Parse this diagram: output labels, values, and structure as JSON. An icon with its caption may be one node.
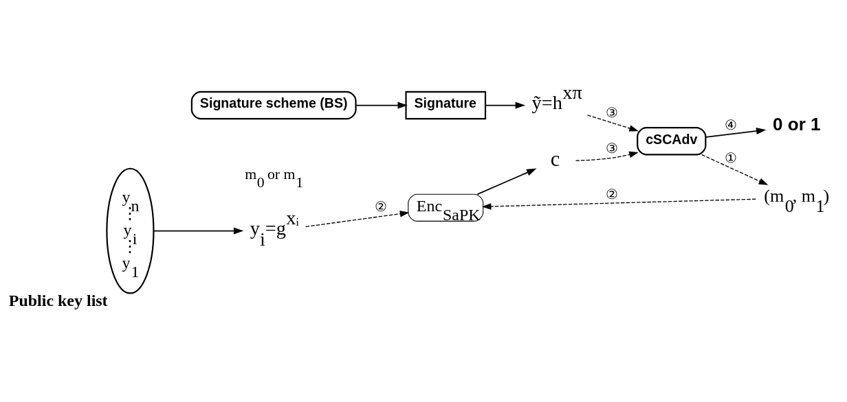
{
  "diagram": {
    "nodes": [
      {
        "text": [
          "Enc$_{SaPK}$"
        ]
      },
      {
        "text": [
          "(m$_{0}$, m$_{1}$)"
        ]
      },
      {
        "text": [
          "c"
        ]
      },
      {
        "text": [
          "cSCAdv"
        ]
      },
      {
        "text": [
          "0 or 1"
        ]
      },
      {
        "text": [
          "y$_{i}$=g$^{xᵢ}$"
        ]
      },
      {
        "text": [
          "y$_{n}$",
          "⋮",
          "y$_{i}$",
          "⋮",
          "y$_{1}$"
        ],
        "beside": [
          "Public key list"
        ]
      },
      {
        "text": [
          "ỹ=h$^{xπ}$"
        ]
      },
      {
        "text": [
          "Signature"
        ]
      },
      {
        "text": [
          "Signature scheme (BS)"
        ]
      }
    ],
    "edges": [
      {
        "from": 0,
        "to": 2,
        "arrow": "to"
      },
      {
        "from": 1,
        "to": 0,
        "arrow": "to",
        "label": "②",
        "style": "dashed"
      },
      {
        "from": 3,
        "to": 1,
        "arrow": "to",
        "label": "①",
        "style": "dashed"
      },
      {
        "from": 2,
        "to": 3,
        "arrow": "to",
        "label": "③",
        "style": "dashed"
      },
      {
        "from": 3,
        "to": 4,
        "arrow": "to",
        "label": "④"
      },
      {
        "from": 5,
        "to": 0,
        "arrow": "to",
        "label": "②",
        "style": "dashed"
      },
      {
        "from": 6,
        "to": 5,
        "arrow": "to"
      },
      {
        "from": 7,
        "to": 3,
        "arrow": "to",
        "label": "③",
        "style": "dashed"
      },
      {
        "from": 8,
        "to": 7,
        "arrow": "to"
      },
      {
        "from": 9,
        "to": 8,
        "arrow": "to"
      }
    ],
    "labels": [
      "m$_{0}$ or m$_{1}$"
    ]
  }
}
